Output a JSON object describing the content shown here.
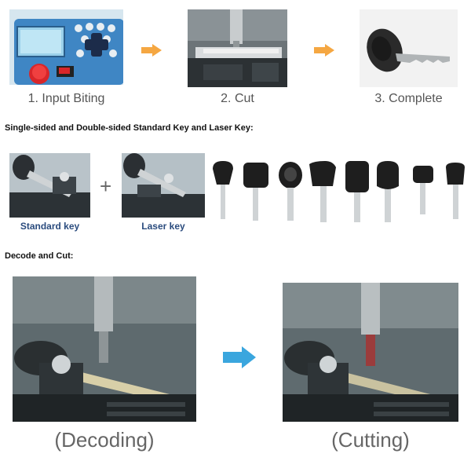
{
  "steps": [
    {
      "label": "1. Input Biting"
    },
    {
      "label": "2. Cut"
    },
    {
      "label": "3. Complete"
    }
  ],
  "sections": {
    "single_double": "Single-sided and Double-sided Standard Key and Laser Key:",
    "decode_cut": "Decode and Cut:"
  },
  "key_types": {
    "standard": "Standard key",
    "laser": "Laser key"
  },
  "bottom": {
    "decoding": "(Decoding)",
    "cutting": "(Cutting)"
  },
  "colors": {
    "arrow_small": "#f5a742",
    "arrow_big": "#3aa6de",
    "key_label": "#2b4c7e"
  }
}
